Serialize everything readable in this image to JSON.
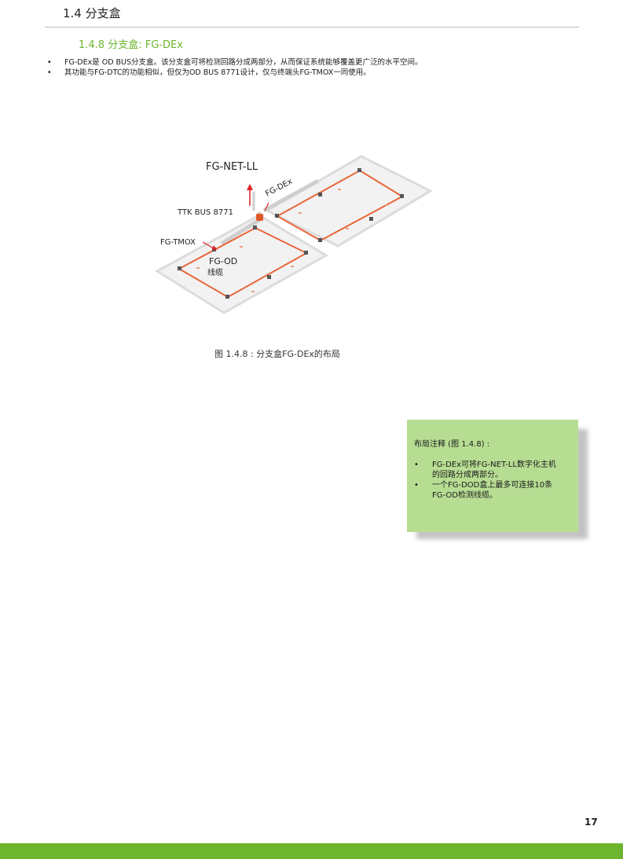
{
  "header": {
    "title": "1.4 分支盒"
  },
  "section": {
    "title": "1.4.8 分支盒: FG-DEx"
  },
  "bullets": [
    "FG-DEx是 OD BUS分支盒。该分支盒可将检测回路分成两部分，从而保证系统能够覆盖更广泛的水平空间。",
    "其功能与FG-DTC的功能相似，但仅为OD BUS 8771设计，仅与终端头FG-TMOX一同使用。"
  ],
  "diagram": {
    "labels": {
      "fg_net_ll": "FG-NET-LL",
      "fg_dex": "FG-DEx",
      "ttk_bus": "TTK BUS 8771",
      "fg_tmox": "FG-TMOX",
      "fg_od_line1": "FG-OD",
      "fg_od_line2": "线缆"
    },
    "colors": {
      "cable": "#e8663a",
      "arrow": "#e02020",
      "floor": "#e8e8e8",
      "box": "#e35a2a"
    }
  },
  "figure": {
    "caption": "图 1.4.8 : 分支盒FG-DEx的布局"
  },
  "note": {
    "title": "布局注释 (图 1.4.8) :",
    "items": [
      {
        "line1": "FG-DEx可将FG-NET-LL数字化主机",
        "line2": "的回路分成两部分。"
      },
      {
        "line1": "一个FG-DOD盒上最多可连接10条",
        "line2": "FG-OD检测线缆。"
      }
    ]
  },
  "page": {
    "number": "17"
  }
}
